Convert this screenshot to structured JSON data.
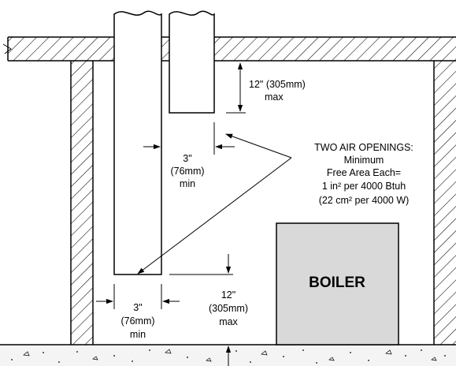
{
  "upper_clearance": {
    "line1": "12\" (305mm)",
    "line2": "max"
  },
  "upper_gap": {
    "line1": "3\"",
    "line2": "(76mm)",
    "line3": "min"
  },
  "callout": {
    "line1": "TWO AIR OPENINGS:",
    "line2": "Minimum",
    "line3": "Free Area Each=",
    "line4": "1 in² per 4000 Btuh",
    "line5": "(22 cm² per 4000 W)"
  },
  "lower_gap": {
    "line1": "3\"",
    "line2": "(76mm)",
    "line3": "min"
  },
  "lower_clearance": {
    "line1": "12\"",
    "line2": "(305mm)",
    "line3": "max"
  },
  "boiler_label": "BOILER",
  "colors": {
    "ink": "#000000",
    "boiler_fill": "#d9d9d9",
    "floor_fill": "#f4f4f4",
    "paper": "#ffffff"
  }
}
